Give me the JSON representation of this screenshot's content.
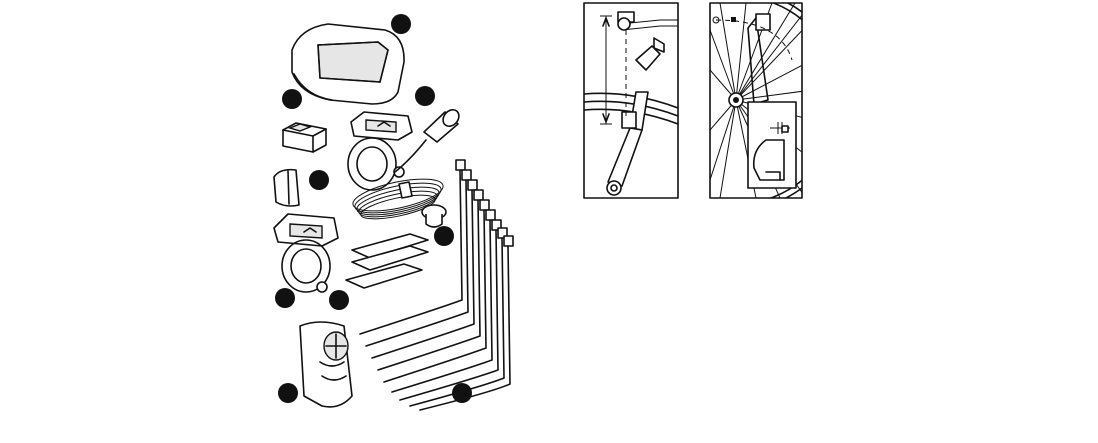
{
  "figure": {
    "parts_panel": "parts-overview",
    "install_panels": [
      "fork-mounting",
      "wheel-magnet-alignment"
    ]
  },
  "markers": [
    {
      "id": "marker-a"
    },
    {
      "id": "marker-b"
    },
    {
      "id": "marker-c"
    },
    {
      "id": "marker-d"
    },
    {
      "id": "marker-e"
    },
    {
      "id": "marker-f"
    },
    {
      "id": "marker-g"
    },
    {
      "id": "marker-h"
    },
    {
      "id": "marker-i"
    }
  ],
  "colors": {
    "ink": "#111111",
    "paper": "#ffffff",
    "marker": "#111111",
    "shade": "#e6e6e6"
  }
}
